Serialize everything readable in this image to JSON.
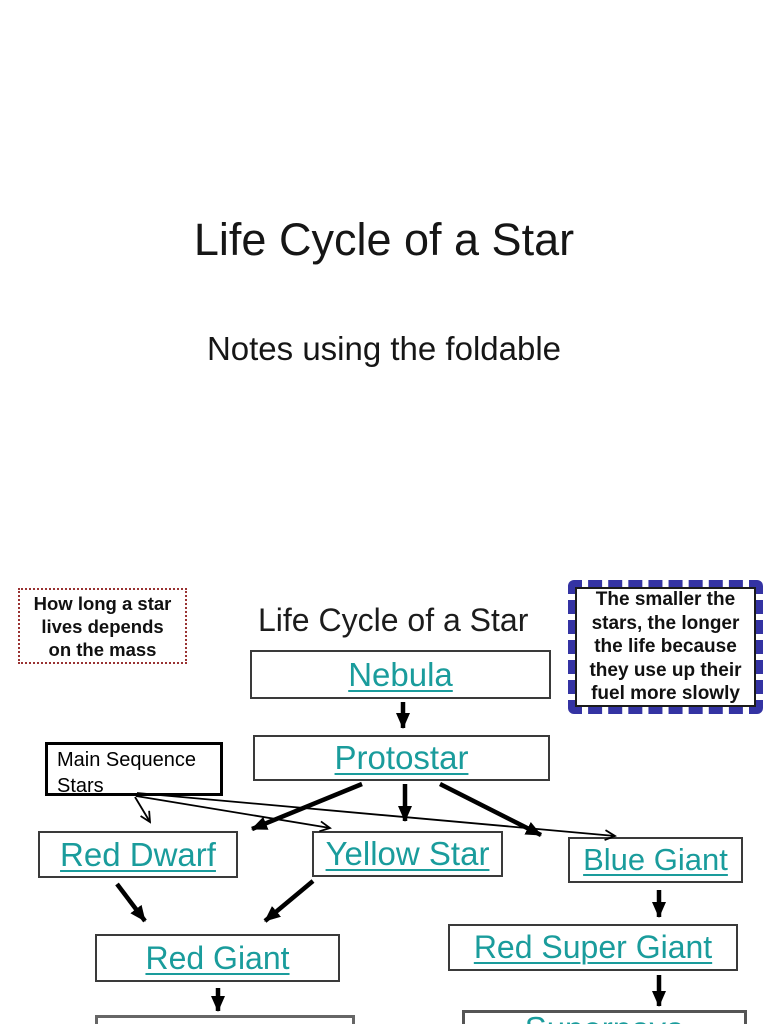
{
  "slide1": {
    "title": "Life Cycle of a Star",
    "subtitle": "Notes using the foldable"
  },
  "diagram": {
    "heading": "Life Cycle of a Star",
    "note_mass": {
      "lines": [
        "How long a star",
        "lives depends",
        "on the mass"
      ],
      "border_color": "#993333"
    },
    "note_smaller": {
      "lines": [
        "The smaller the",
        "stars, the longer",
        "the life because",
        "they use up their",
        "fuel more slowly"
      ],
      "border_color": "#3433a3"
    },
    "main_sequence": {
      "lines": [
        "Main Sequence",
        "Stars"
      ]
    },
    "nodes": {
      "nebula": "Nebula",
      "protostar": "Protostar",
      "red_dwarf": "Red Dwarf",
      "yellow_star": "Yellow Star",
      "blue_giant": "Blue Giant",
      "red_giant": "Red Giant",
      "red_super_giant": "Red Super Giant",
      "supernova": "Supernova"
    },
    "colors": {
      "link_text": "#1a9c9c",
      "arrow": "#000000"
    }
  }
}
